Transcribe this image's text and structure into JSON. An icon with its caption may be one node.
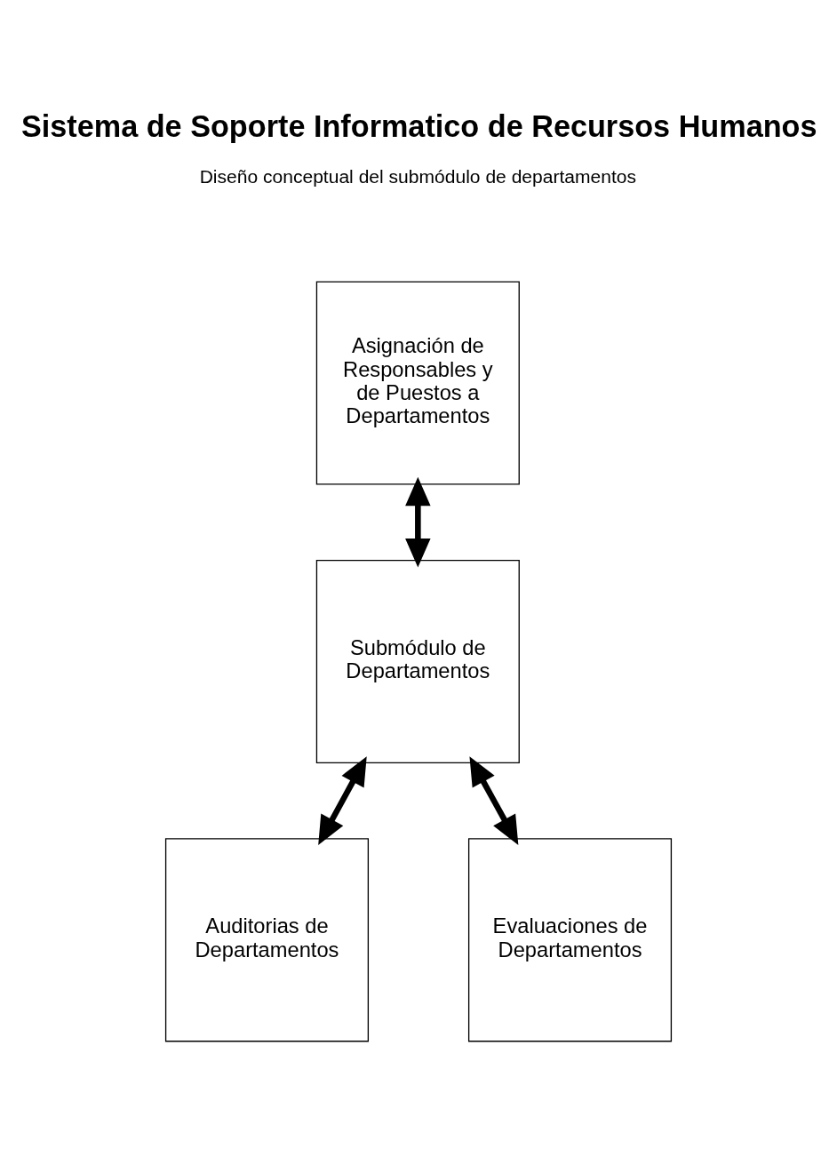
{
  "diagram": {
    "title": "Sistema de Soporte Informatico de Recursos Humanos",
    "nodes": [
      {
        "text": [
          "Asignación de Responsables y de Puestos a Departamentos"
        ]
      },
      {
        "text": [
          "Submódulo de Departamentos"
        ]
      },
      {
        "text": [
          "Auditorias de Departamentos"
        ]
      },
      {
        "text": [
          "Evaluaciones de Departamentos"
        ]
      }
    ],
    "edges": [
      {
        "from": 0,
        "to": 1,
        "arrow": "both"
      },
      {
        "from": 1,
        "to": 2,
        "arrow": "both"
      },
      {
        "from": 1,
        "to": 3,
        "arrow": "both"
      }
    ],
    "labels": [
      "Diseño conceptual del submódulo de departamentos"
    ]
  }
}
